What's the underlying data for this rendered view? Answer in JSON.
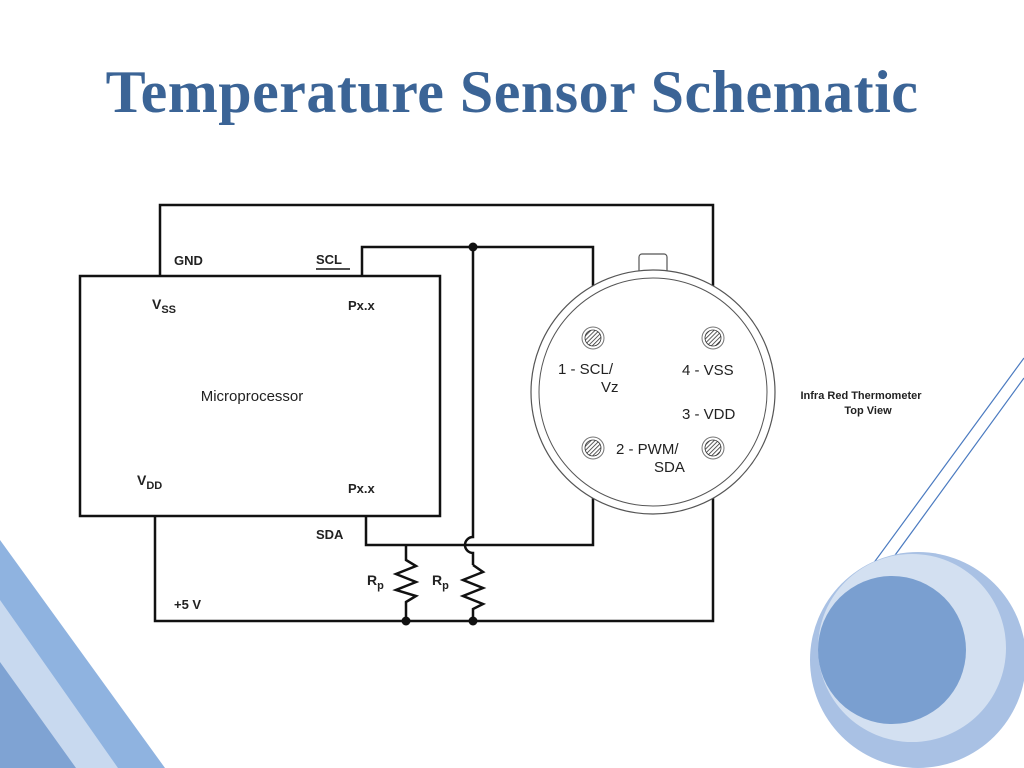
{
  "slide": {
    "title": "Temperature Sensor Schematic"
  },
  "microprocessor": {
    "name": "Microprocessor",
    "vss_main": "V",
    "vss_sub": "SS",
    "vdd_main": "V",
    "vdd_sub": "DD",
    "pin_top": "Px.x",
    "pin_bottom": "Px.x"
  },
  "nets": {
    "gnd": "GND",
    "scl": "SCL",
    "sda": "SDA",
    "vcc": "+5 V"
  },
  "resistors": [
    {
      "main": "R",
      "sub": "p"
    },
    {
      "main": "R",
      "sub": "p"
    }
  ],
  "sensor": {
    "pin1_line1": "1 - SCL/",
    "pin1_line2": "Vz",
    "pin2_line1": "2 - PWM/",
    "pin2_line2": "SDA",
    "pin3": "3 - VDD",
    "pin4": "4 - VSS",
    "caption_line1": "Infra Red Thermometer",
    "caption_line2": "Top View"
  },
  "colors": {
    "title": "#3b6496",
    "wire": "#111111",
    "deco_dark": "#7a9fd0",
    "deco_light": "#c5d6ec"
  }
}
